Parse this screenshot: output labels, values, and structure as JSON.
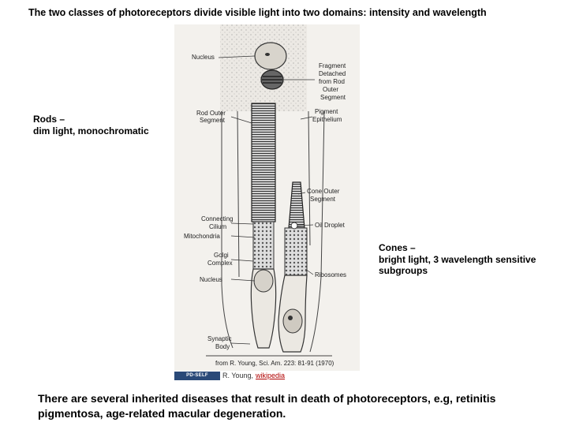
{
  "title": "The two classes of photoreceptors divide visible light into two domains: intensity and wavelength",
  "rods": {
    "line1": "Rods –",
    "line2": "dim light, monochromatic"
  },
  "cones": {
    "line1": "Cones –",
    "line2": "bright light, 3 wavelength sensitive",
    "line3": "subgroups"
  },
  "bottom_text": "There are several inherited diseases that result in death of photoreceptors, e.g, retinitis pigmentosa, age-related macular degeneration.",
  "figure": {
    "labels": {
      "nucleus_top": "Nucleus",
      "fragment_1": "Fragment",
      "fragment_2": "Detached",
      "fragment_3": "from Rod",
      "fragment_4": "Outer",
      "fragment_5": "Segment",
      "rod_outer_1": "Rod Outer",
      "rod_outer_2": "Segment",
      "pigment_1": "Pigment",
      "pigment_2": "Epithelium",
      "cone_outer_1": "Cone Outer",
      "cone_outer_2": "Segment",
      "connecting_1": "Connecting",
      "connecting_2": "Cilium",
      "oil_droplet": "Oil Droplet",
      "mitochondria": "Mitochondria",
      "golgi_1": "Golgi",
      "golgi_2": "Complex",
      "ribosomes": "Ribosomes",
      "nucleus_bottom": "Nucleus",
      "synaptic_1": "Synaptic",
      "synaptic_2": "Body",
      "source": "from R. Young, Sci. Am. 223: 81-91 (1970)"
    }
  },
  "caption": {
    "badge": "PD-SELF",
    "text": "R. Young,",
    "link": "wikipedia"
  }
}
